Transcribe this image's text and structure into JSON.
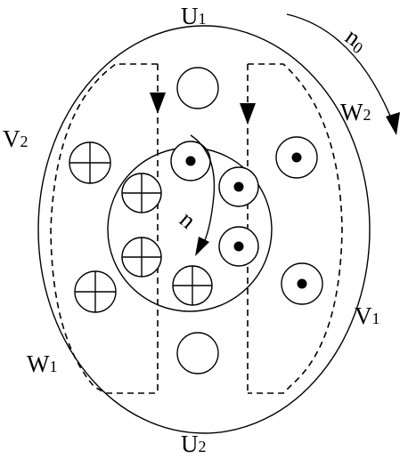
{
  "labels": {
    "u1": {
      "main": "U",
      "sub": "1"
    },
    "u2": {
      "main": "U",
      "sub": "2"
    },
    "v1": {
      "main": "V",
      "sub": "1"
    },
    "v2": {
      "main": "V",
      "sub": "2"
    },
    "w1": {
      "main": "W",
      "sub": "1"
    },
    "w2": {
      "main": "W",
      "sub": "2"
    },
    "n0": {
      "main": "n",
      "sub": "0"
    },
    "n": "n"
  },
  "colors": {
    "stroke": "#000000",
    "background": "#ffffff"
  },
  "icons": {
    "conductor_into_page": "cross-in-circle",
    "conductor_out_of_page": "dot-in-circle",
    "empty_slot": "empty-circle"
  }
}
